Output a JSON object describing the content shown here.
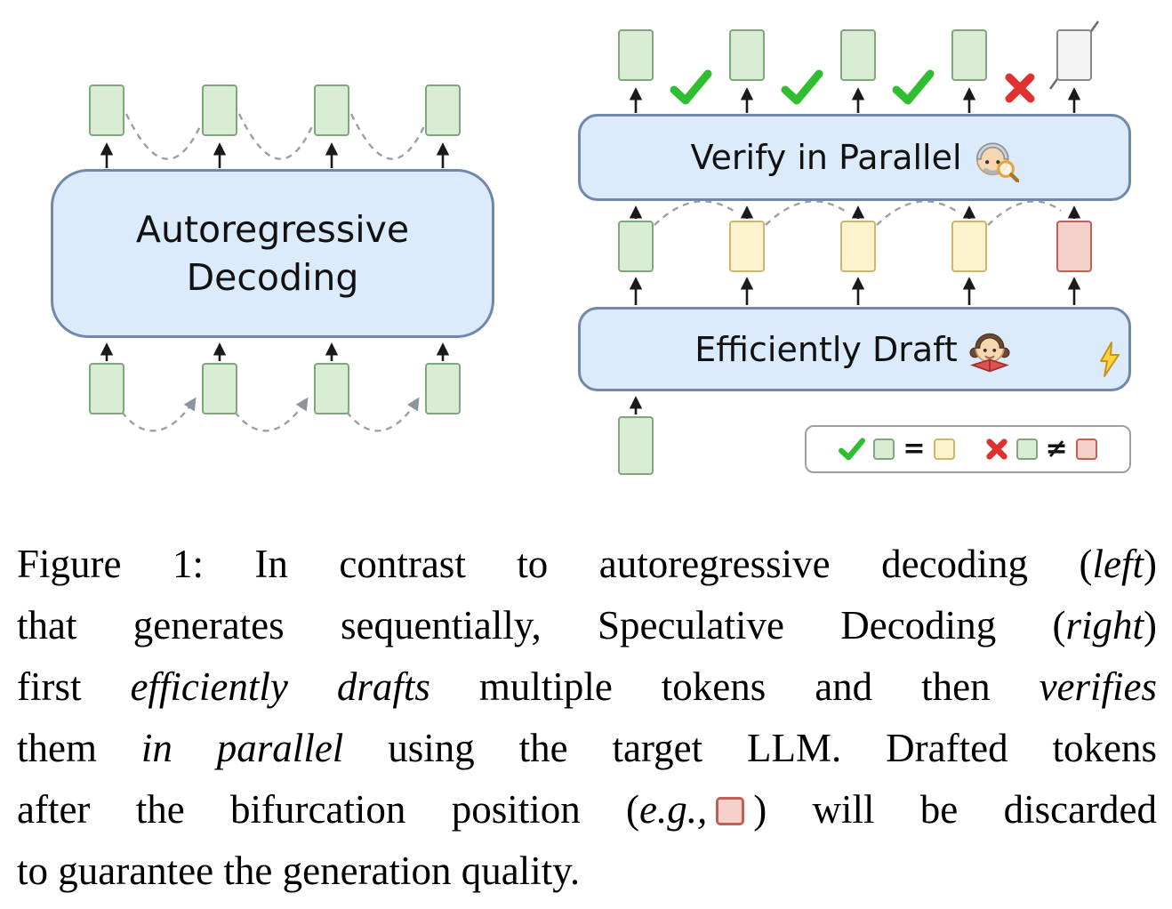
{
  "figure": {
    "left": {
      "box_label_line1": "Autoregressive",
      "box_label_line2": "Decoding",
      "output_tokens": [
        "green",
        "green",
        "green",
        "green"
      ],
      "input_tokens": [
        "green",
        "green",
        "green",
        "green"
      ]
    },
    "right": {
      "verify_box_label": "Verify in Parallel",
      "draft_box_label": "Efficiently Draft",
      "verified_output_tokens": [
        "green",
        "green",
        "green",
        "green",
        "gray-discarded"
      ],
      "verification_marks": [
        "accept",
        "accept",
        "accept",
        "reject"
      ],
      "draft_tokens": [
        "green",
        "yellow",
        "yellow",
        "yellow",
        "red"
      ],
      "input_token": "green",
      "legend": {
        "accept_symbol": "✓",
        "accept_left_token": "green",
        "accept_relation": "=",
        "accept_right_token": "yellow",
        "reject_symbol": "✗",
        "reject_left_token": "green",
        "reject_relation": "≠",
        "reject_right_token": "red"
      }
    },
    "icons": {
      "detective": "old-man-detective-with-magnifier 🕵",
      "student": "girl-student-reading-book 👩‍🎓",
      "lightning": "lightning-bolt ⚡",
      "check": "green-check-mark ✓",
      "cross": "red-cross-mark ✗"
    },
    "colors": {
      "box_fill": "#dcebfb",
      "box_border": "#6f88ac",
      "token_green_fill": "#d8ecd3",
      "token_green_border": "#7fa77b",
      "token_yellow_fill": "#fcf2cd",
      "token_yellow_border": "#cdb572",
      "token_red_fill": "#f5cfc9",
      "token_red_border": "#bf6059",
      "token_gray_fill": "#f3f3f3",
      "token_gray_border": "#85898d",
      "check_green": "#2fbe2f",
      "cross_red": "#e03131",
      "lightning_yellow": "#ffd43b"
    }
  },
  "caption": {
    "line1": {
      "a": "Figure 1: In contrast to autoregressive decoding (",
      "b": "left",
      "c": ")"
    },
    "line2": {
      "a": "that generates sequentially, Speculative Decoding (",
      "b": "right",
      "c": ")"
    },
    "line3": {
      "a": "first ",
      "b": "efficiently drafts",
      "c": " multiple tokens and then ",
      "d": "verifies"
    },
    "line4": {
      "a": "them ",
      "b": "in parallel",
      "c": " using the target LLM. Drafted tokens"
    },
    "line5": {
      "a": "after the bifurcation position (",
      "b": "e.g.,",
      "c": ") will be discarded"
    },
    "line6": {
      "a": "to guarantee the generation quality."
    }
  }
}
